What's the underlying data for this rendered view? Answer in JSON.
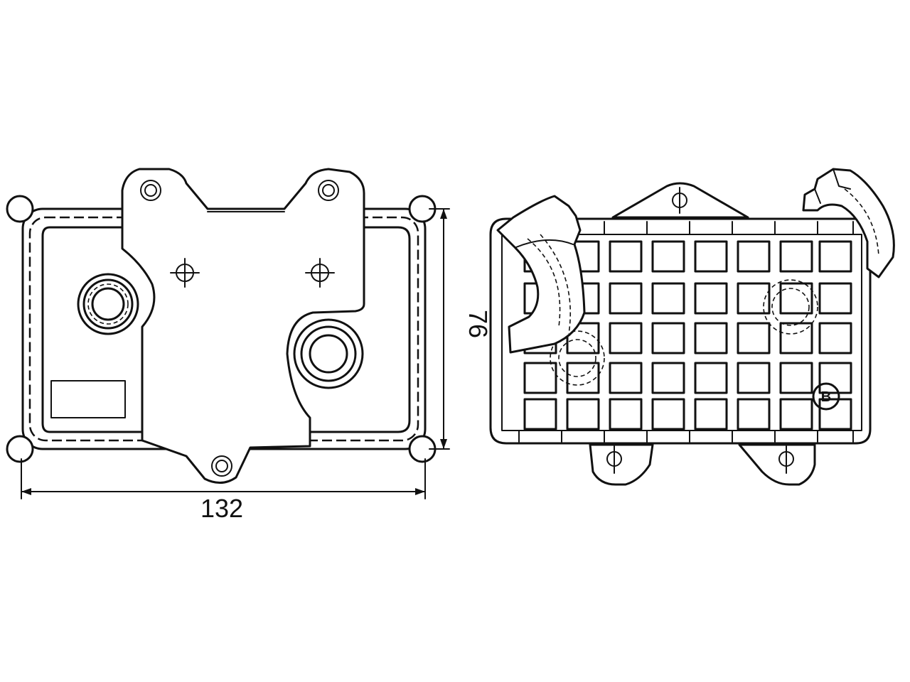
{
  "dimensions": {
    "width_label": "132",
    "height_label": "76"
  },
  "side_view": {
    "badge_letter": "B"
  }
}
